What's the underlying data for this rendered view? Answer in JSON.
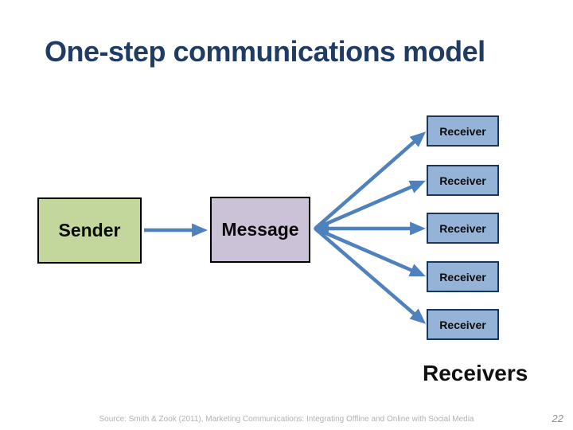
{
  "slide": {
    "title": "One-step communications model",
    "footer": {
      "source": "Source: Smith & Zook (2011), Marketing Communications: Integrating Offline and Online with Social Media",
      "page_number": "22"
    }
  },
  "diagram": {
    "sender": {
      "label": "Sender",
      "fill": "#c3d69b",
      "border": "#000000"
    },
    "message": {
      "label": "Message",
      "fill": "#ccc2d8",
      "border": "#000000"
    },
    "receivers": [
      {
        "label": "Receiver"
      },
      {
        "label": "Receiver"
      },
      {
        "label": "Receiver"
      },
      {
        "label": "Receiver"
      },
      {
        "label": "Receiver"
      }
    ],
    "receiver_style": {
      "fill": "#95b3d7",
      "border": "#17375e"
    },
    "receivers_caption": "Receivers",
    "arrow_color": "#4f81bd",
    "title_color": "#1f3c64",
    "edges": [
      {
        "from": "sender",
        "to": "message",
        "type": "single"
      },
      {
        "from": "message",
        "to": "receiver-1",
        "type": "single"
      },
      {
        "from": "message",
        "to": "receiver-2",
        "type": "single"
      },
      {
        "from": "message",
        "to": "receiver-3",
        "type": "double"
      },
      {
        "from": "message",
        "to": "receiver-4",
        "type": "single"
      },
      {
        "from": "message",
        "to": "receiver-5",
        "type": "single"
      }
    ]
  }
}
